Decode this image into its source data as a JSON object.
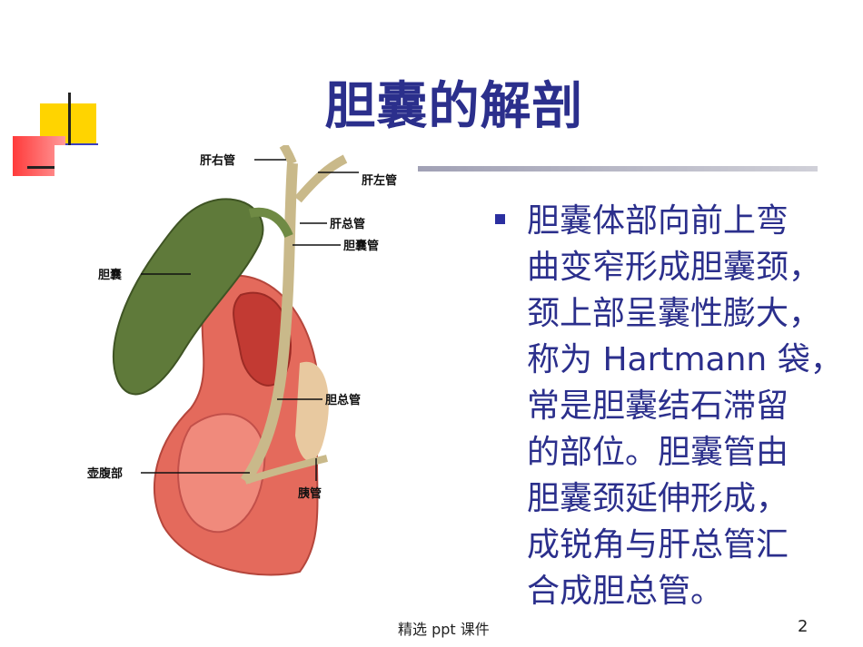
{
  "slide": {
    "title": "胆囊的解剖",
    "body": "胆囊体部向前上弯\n曲变窄形成胆囊颈，\n颈上部呈囊性膨大，\n称为 Hartmann 袋，\n常是胆囊结石滞留\n的部位。胆囊管由\n胆囊颈延伸形成，\n成锐角与肝总管汇\n合成胆总管。",
    "footer": "精选 ppt 课件",
    "page_number": "2"
  },
  "figure": {
    "labels": {
      "right_hepatic_duct": "肝右管",
      "left_hepatic_duct": "肝左管",
      "common_hepatic_duct": "肝总管",
      "cystic_duct": "胆囊管",
      "gallbladder": "胆囊",
      "common_bile_duct": "胆总管",
      "ampulla": "壶腹部",
      "pancreatic_duct": "胰管"
    }
  },
  "colors": {
    "title": "#2b2f8c",
    "body_text": "#2b2f8c",
    "bullet": "#2b2fa0",
    "gallbladder": "#5f7a3a",
    "duodenum": "#e46a5c"
  }
}
